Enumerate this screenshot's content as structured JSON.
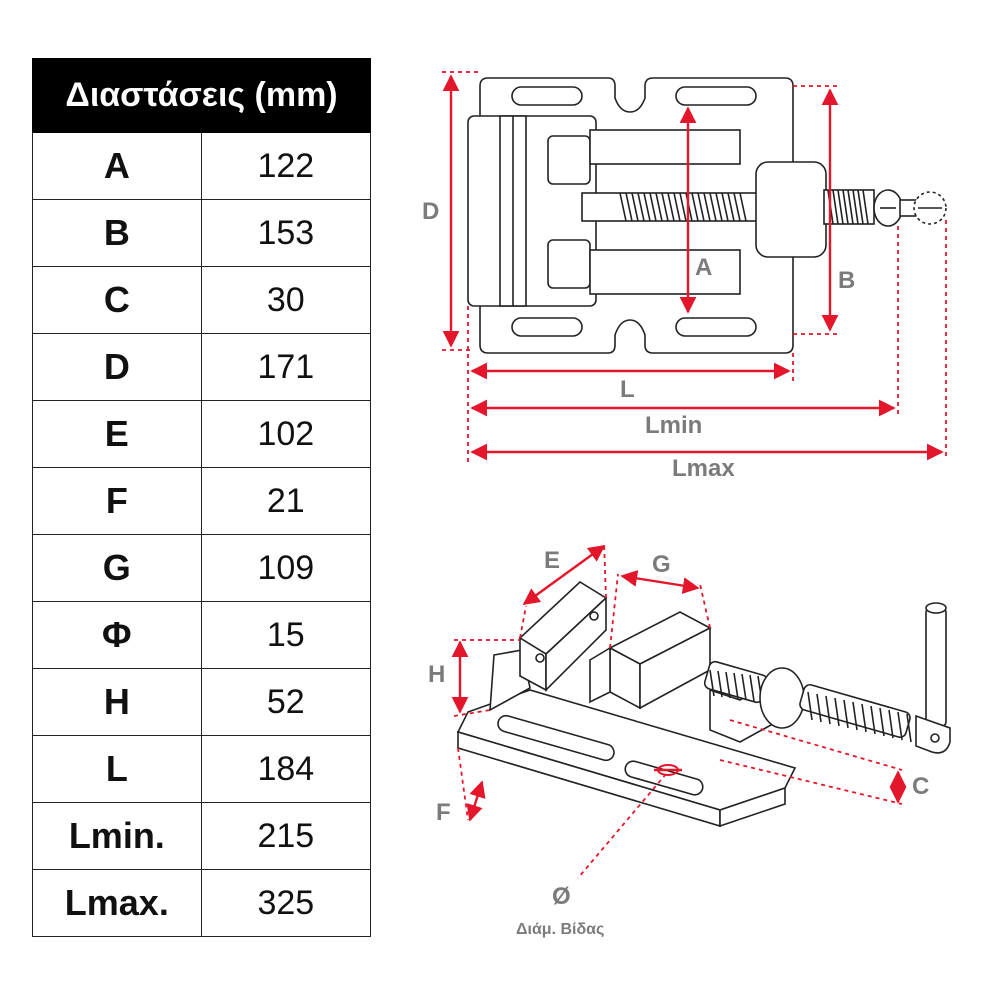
{
  "table": {
    "header": "Διαστάσεις (mm)",
    "rows": [
      {
        "key": "A",
        "value": "122"
      },
      {
        "key": "B",
        "value": "153"
      },
      {
        "key": "C",
        "value": "30"
      },
      {
        "key": "D",
        "value": "171"
      },
      {
        "key": "E",
        "value": "102"
      },
      {
        "key": "F",
        "value": "21"
      },
      {
        "key": "G",
        "value": "109"
      },
      {
        "key": "Φ",
        "value": "15"
      },
      {
        "key": "H",
        "value": "52"
      },
      {
        "key": "L",
        "value": "184"
      },
      {
        "key": "Lmin.",
        "value": "215"
      },
      {
        "key": "Lmax.",
        "value": "325"
      }
    ]
  },
  "top_view": {
    "labels": {
      "a": "A",
      "b": "B",
      "d": "D",
      "l": "L",
      "lmin": "Lmin",
      "lmax": "Lmax"
    }
  },
  "iso_view": {
    "labels": {
      "e": "E",
      "g": "G",
      "h": "H",
      "c": "C",
      "f": "F",
      "phi": "Ø"
    },
    "screw_caption": "Διάμ. Βίδας"
  },
  "colors": {
    "dimension": "#e3162b",
    "label": "#7b7b7b",
    "header_bg": "#000000"
  }
}
